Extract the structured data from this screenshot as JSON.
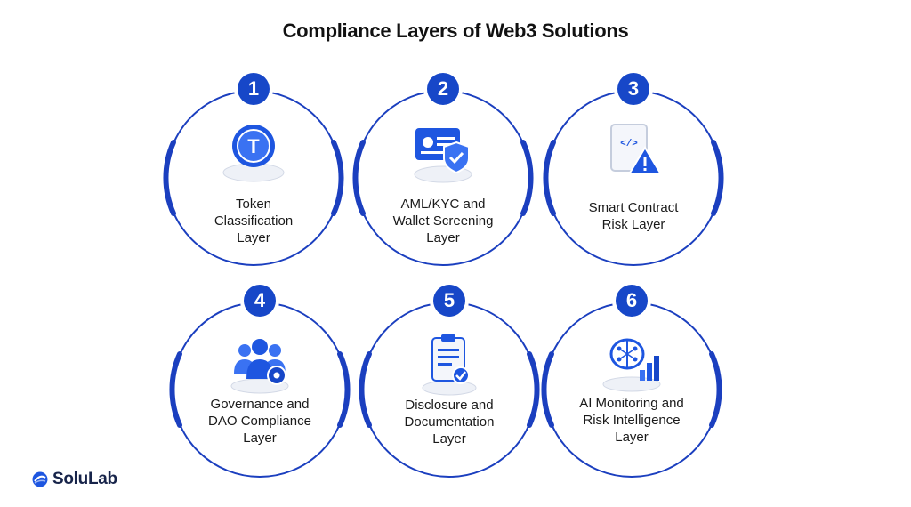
{
  "title": "Compliance Layers of Web3 Solutions",
  "colors": {
    "primary": "#1747c8",
    "ring": "#1b3fbf",
    "text": "#1a1a1a"
  },
  "layers": [
    {
      "number": "1",
      "icon": "token-coin-icon",
      "lines": [
        "Token",
        "Classification",
        "Layer"
      ]
    },
    {
      "number": "2",
      "icon": "id-card-shield-icon",
      "lines": [
        "AML/KYC and",
        "Wallet Screening",
        "Layer"
      ]
    },
    {
      "number": "3",
      "icon": "code-document-warning-icon",
      "lines": [
        "Smart Contract",
        "Risk Layer"
      ]
    },
    {
      "number": "4",
      "icon": "users-gear-icon",
      "lines": [
        "Governance and",
        "DAO Compliance",
        "Layer"
      ]
    },
    {
      "number": "5",
      "icon": "clipboard-check-icon",
      "lines": [
        "Disclosure and",
        "Documentation",
        "Layer"
      ]
    },
    {
      "number": "6",
      "icon": "ai-brain-chart-icon",
      "lines": [
        "AI Monitoring and",
        "Risk Intelligence",
        "Layer"
      ]
    }
  ],
  "logo": {
    "text": "SoluLab",
    "icon": "solulab-logo-icon"
  }
}
